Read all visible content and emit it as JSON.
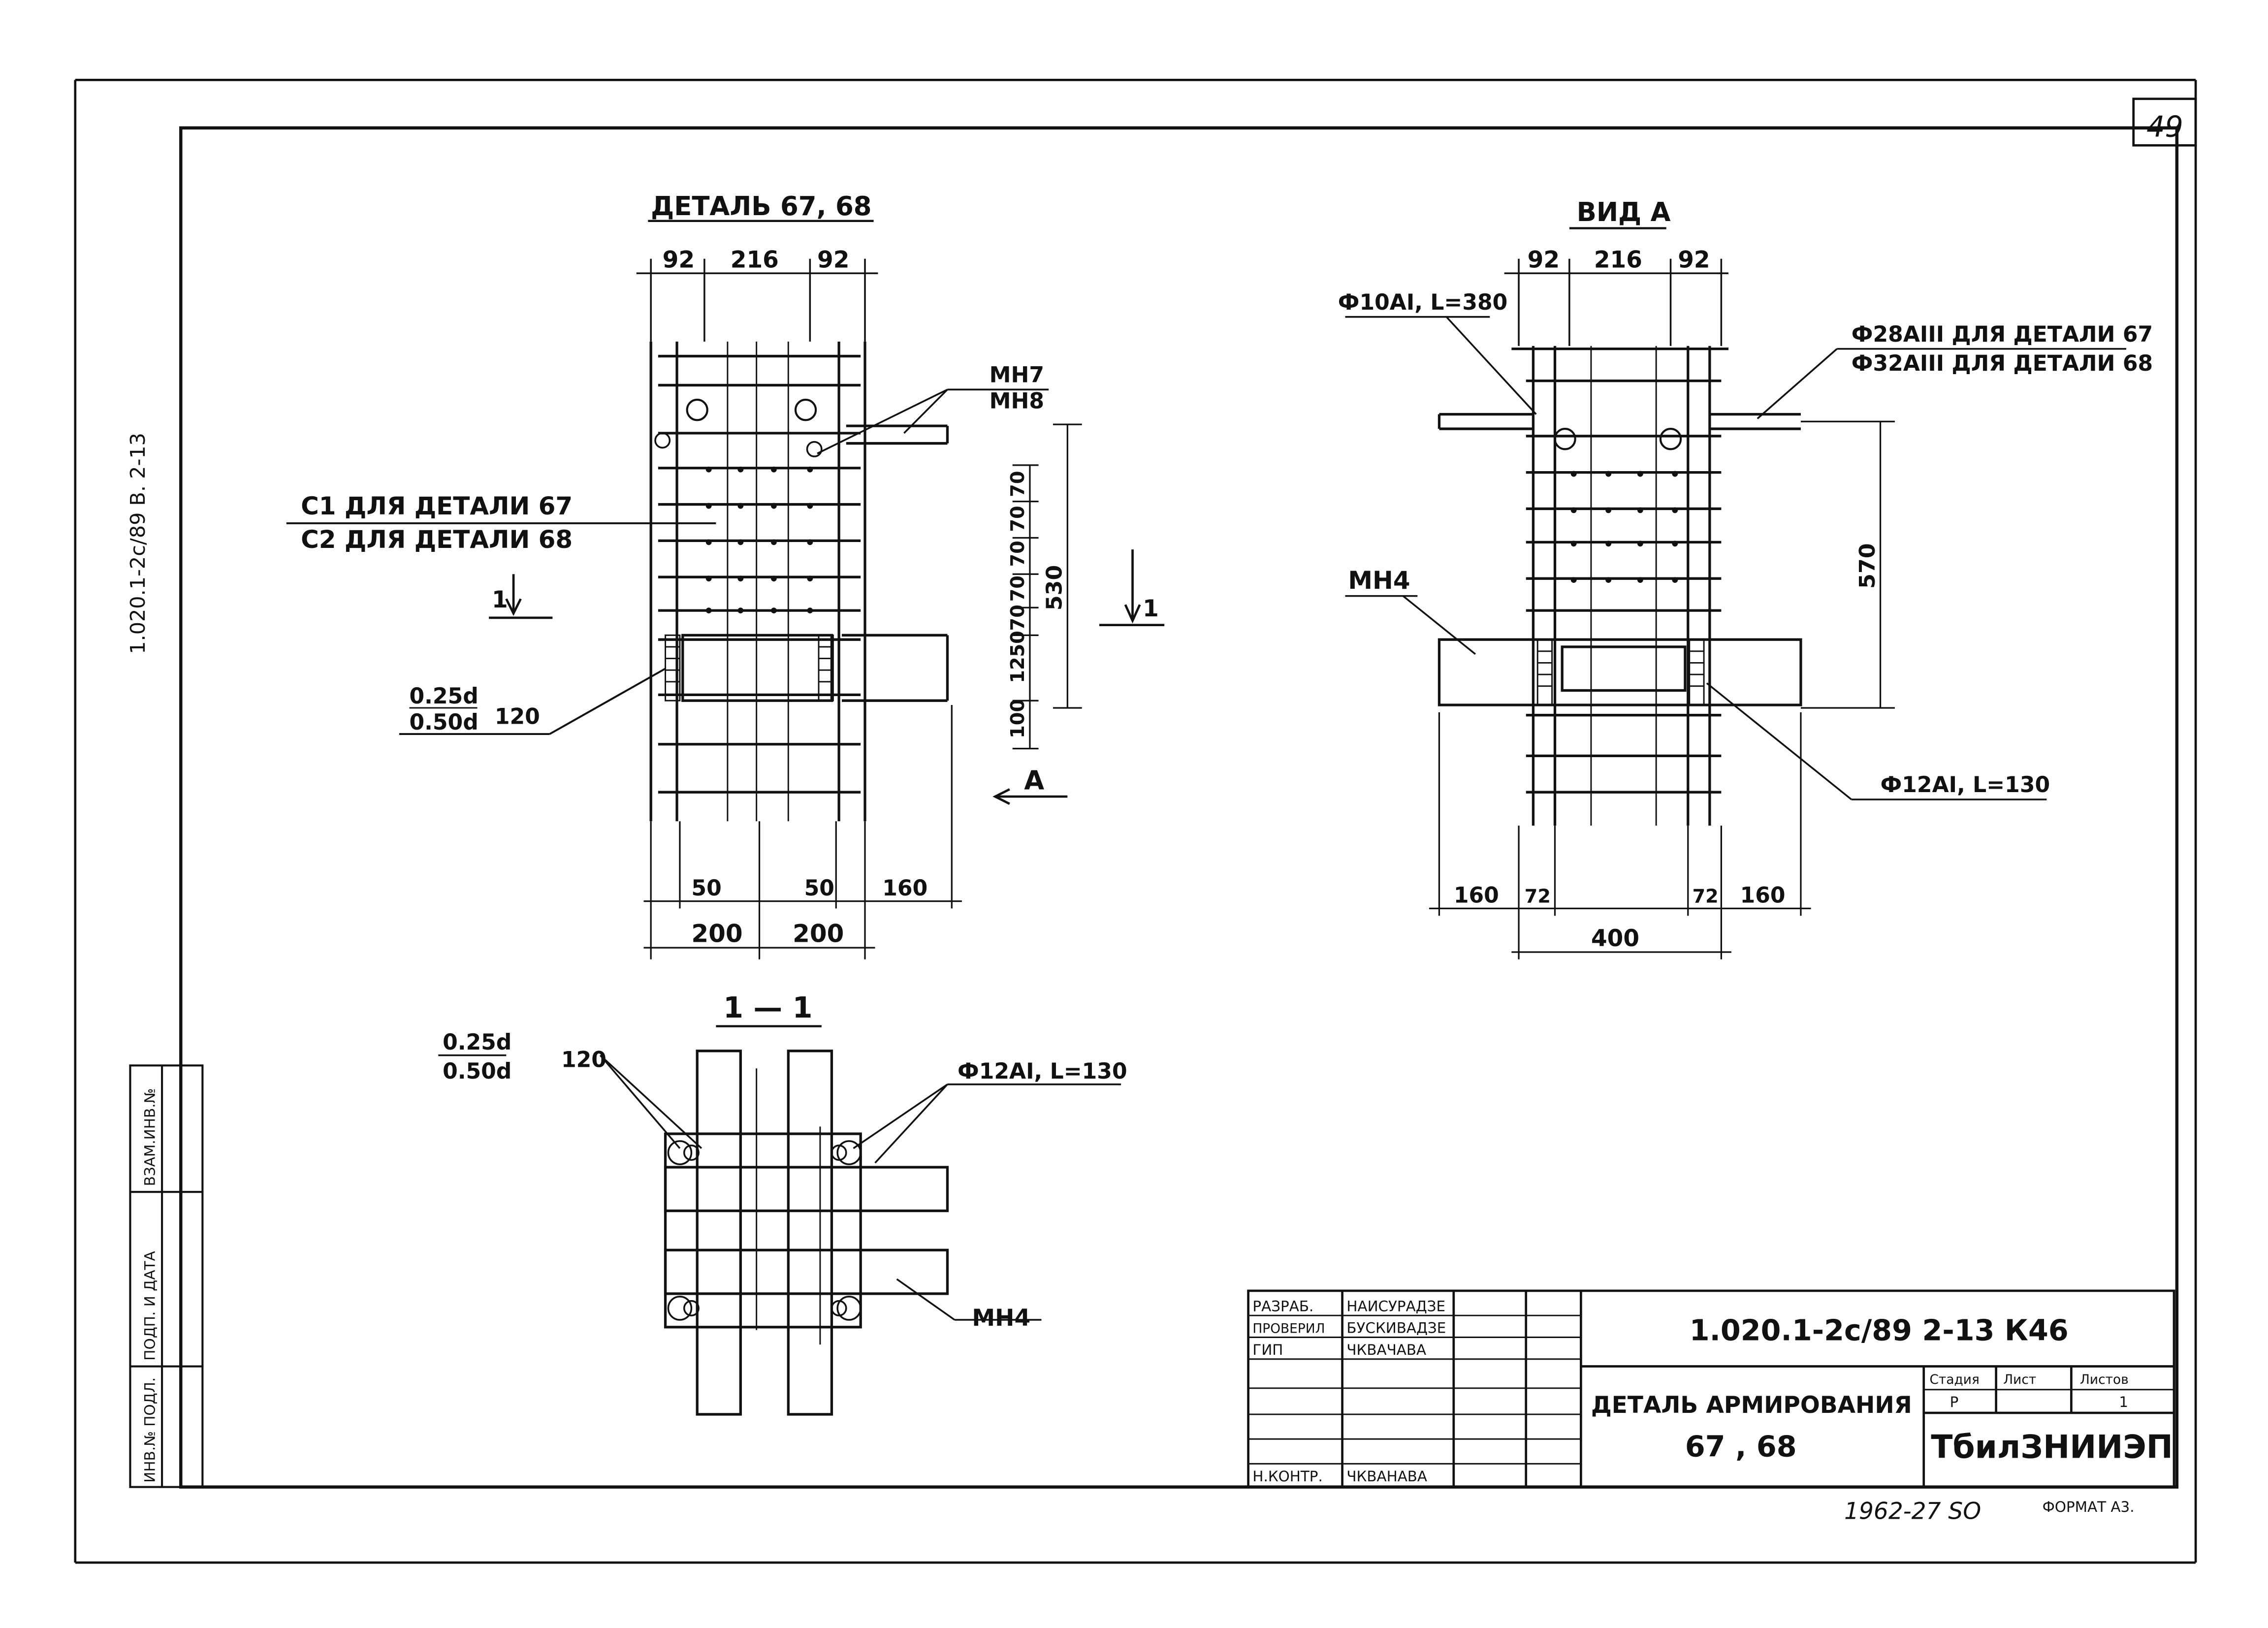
{
  "sheet": {
    "page_number": "49",
    "format_label": "ФОРМАТ А3.",
    "archive_number": "1962-27 SO",
    "side_stamp_code": "1.020.1-2с/89  В. 2-13",
    "side_stamp_fields": [
      "ИНВ.№ ПОДЛ.",
      "ПОДП. И ДАТА",
      "ВЗАМ.ИНВ.№"
    ]
  },
  "detail_67_68": {
    "title": "ДЕТАЛЬ  67, 68",
    "dims_top": [
      "92",
      "216",
      "92"
    ],
    "label_mn7": "МН7",
    "label_mn8": "МН8",
    "label_c1": "С1 ДЛЯ ДЕТАЛИ 67",
    "label_c2": "С2 ДЛЯ ДЕТАЛИ 68",
    "weld_top": "0.25d",
    "weld_bottom": "0.50d",
    "weld_len": "120",
    "right_dims": [
      "70",
      "70",
      "70",
      "70",
      "70",
      "50",
      "125",
      "100"
    ],
    "total_right": "530",
    "dims_bottom_small": [
      "50",
      "50",
      "160"
    ],
    "dims_bottom_large": [
      "200",
      "200"
    ],
    "section_mark": "1",
    "view_mark": "А"
  },
  "view_a": {
    "title": "ВИД  А",
    "dims_top": [
      "92",
      "216",
      "92"
    ],
    "label_bar_top": "Ф10АI, L=380",
    "label_f28": "Ф28АIII ДЛЯ ДЕТАЛИ 67",
    "label_f32": "Ф32АIII ДЛЯ ДЕТАЛИ 68",
    "label_mn4": "МН4",
    "dim_570": "570",
    "label_f12": "Ф12АI, L=130",
    "dims_bottom": [
      "160",
      "72",
      "72",
      "160"
    ],
    "dim_400": "400"
  },
  "section_1_1": {
    "title": "1 — 1",
    "weld_top": "0.25d",
    "weld_bottom": "0.50d",
    "weld_len": "120",
    "label_f12": "Ф12АI, L=130",
    "label_mn4": "МН4"
  },
  "title_block": {
    "document_code": "1.020.1-2с/89  2-13  К46",
    "drawing_title_line1": "ДЕТАЛЬ  АРМИРОВАНИЯ",
    "drawing_title_line2": "67 , 68",
    "col_stage": "Стадия",
    "col_sheet": "Лист",
    "col_sheets": "Листов",
    "stage_value": "Р",
    "sheets_value": "1",
    "organization": "ТбилЗНИИЭП",
    "rows": [
      {
        "role": "РАЗРАБ.",
        "name": "НАИСУРАДЗЕ"
      },
      {
        "role": "ПРОВЕРИЛ",
        "name": "БУСКИВАДЗЕ"
      },
      {
        "role": "ГИП",
        "name": "ЧКВАЧАВА"
      },
      {
        "role": "Н.КОНТР.",
        "name": "ЧКВАНАВА"
      }
    ]
  }
}
